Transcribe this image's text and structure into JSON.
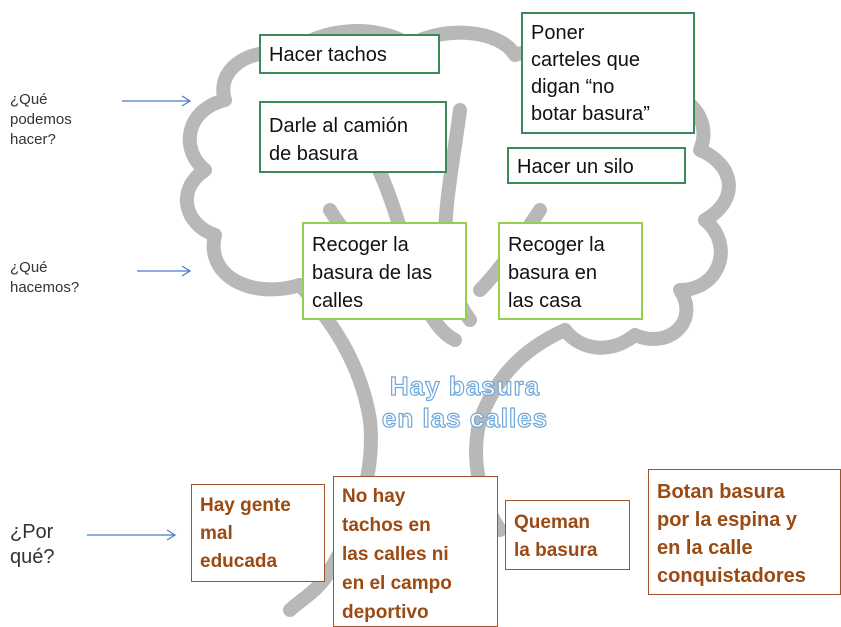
{
  "labels": {
    "que_podemos": "¿Qué\npodemos\nhacer?",
    "que_hacemos": "¿Qué\nhacemos?",
    "por_que": "¿Por\nqué?"
  },
  "solutions": [
    "Hacer tachos",
    "Darle al camión\nde basura",
    "Poner\ncarteles que\ndigan “no\nbotar basura”",
    "Hacer un silo"
  ],
  "actions": [
    "Recoger la\nbasura de las\ncalles",
    "Recoger la\nbasura en\nlas casa"
  ],
  "problem": "Hay basura\nen las calles",
  "causes": [
    "Hay gente\nmal\neducada",
    "No hay\ntachos en\nlas calles ni\nen el campo\ndeportivo",
    "Queman\nla basura",
    "Botan basura\npor la espina y\nen la calle\nconquistadores"
  ],
  "colors": {
    "solution_border": "#3a8a5c",
    "action_border": "#92d050",
    "cause_border": "#a0522d",
    "cause_text": "#9b4a12",
    "problem_outline": "#6fa8dc",
    "arrow": "#4a7cc9",
    "tree": "#b3b3b3"
  }
}
